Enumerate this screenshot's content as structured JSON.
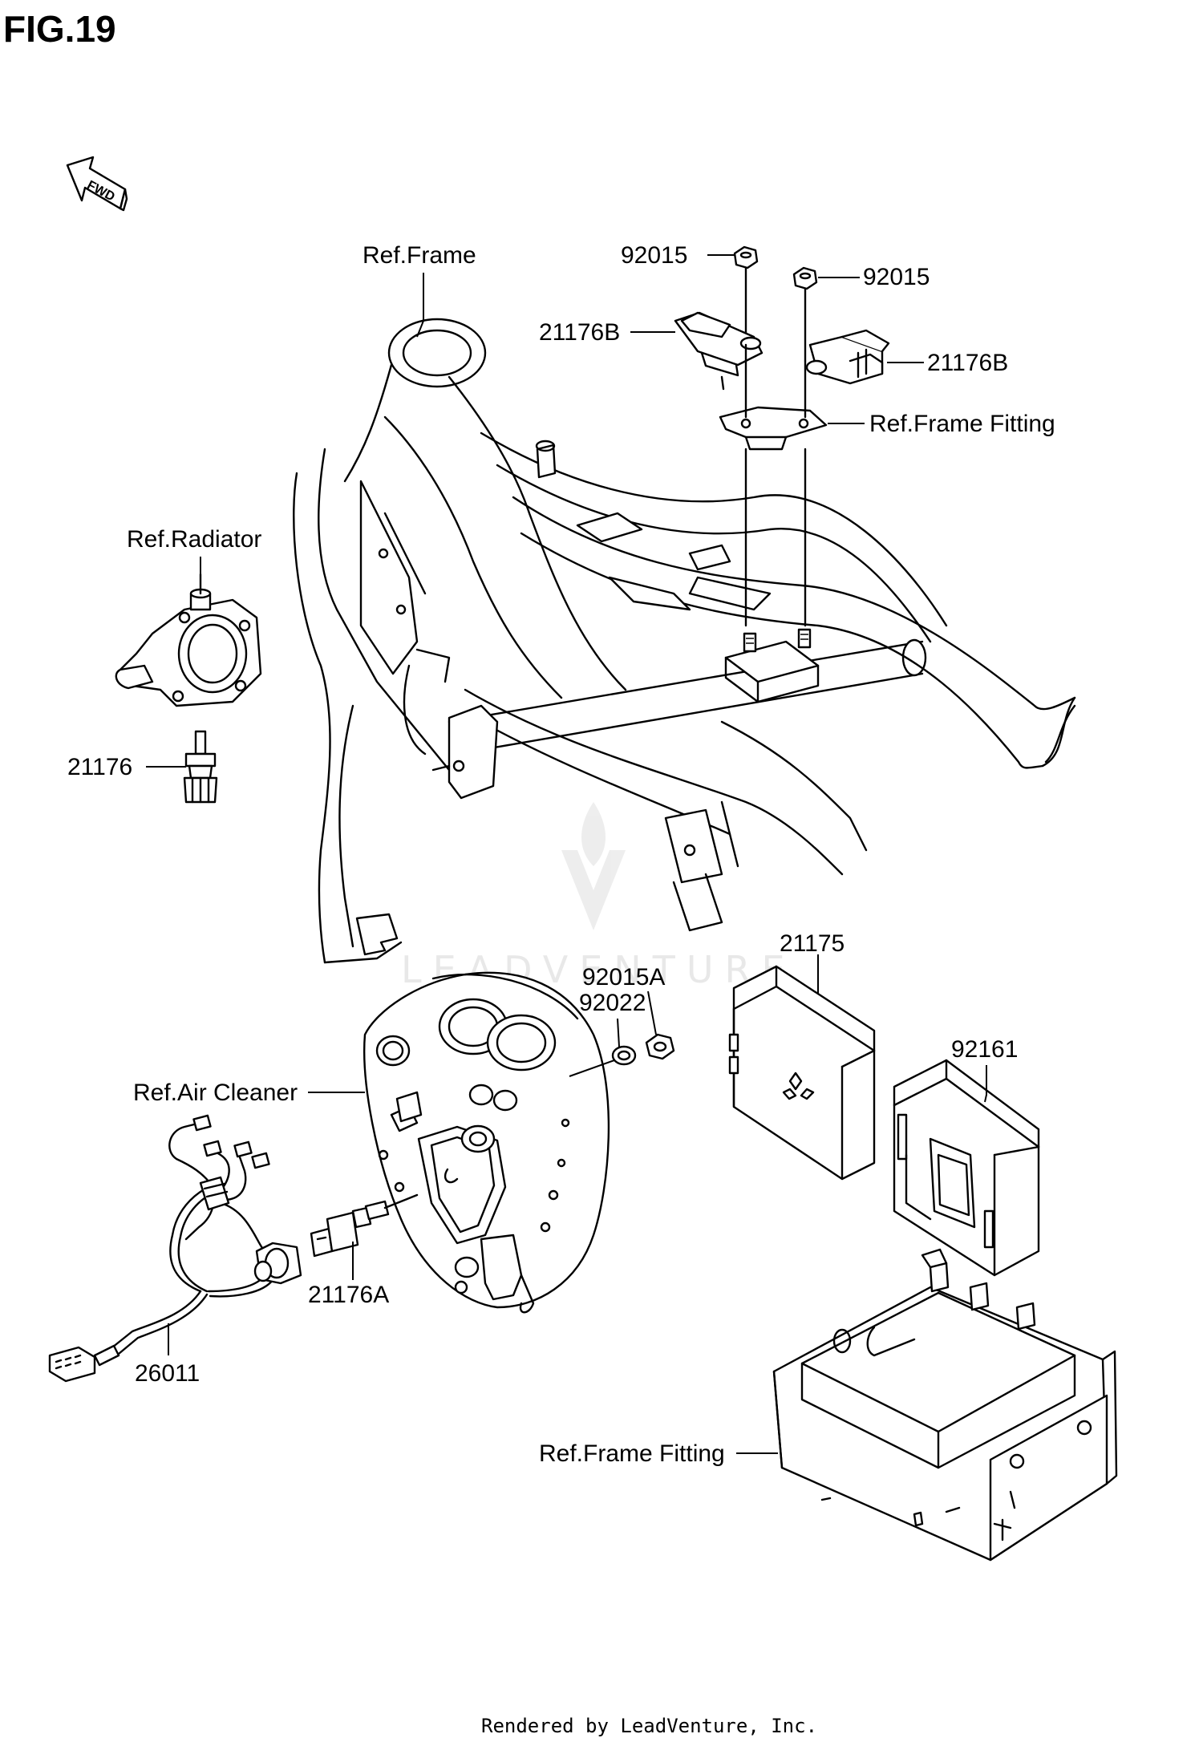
{
  "title": "FIG.19",
  "fwd_label": "FWD",
  "watermark": "LEADVENTURE",
  "footer": "Rendered by LeadVenture, Inc.",
  "labels": {
    "ref_frame": "Ref.Frame",
    "nut_92015_left": "92015",
    "nut_92015_right": "92015",
    "sensor_21176b_left": "21176B",
    "sensor_21176b_right": "21176B",
    "ref_frame_fitting_top": "Ref.Frame Fitting",
    "ref_radiator": "Ref.Radiator",
    "sensor_21176": "21176",
    "ecu_21175": "21175",
    "nut_92015a": "92015A",
    "washer_92022": "92022",
    "ref_air_cleaner": "Ref.Air Cleaner",
    "case_92161": "92161",
    "sensor_21176a": "21176A",
    "harness_26011": "26011",
    "ref_frame_fitting_bottom": "Ref.Frame Fitting"
  }
}
